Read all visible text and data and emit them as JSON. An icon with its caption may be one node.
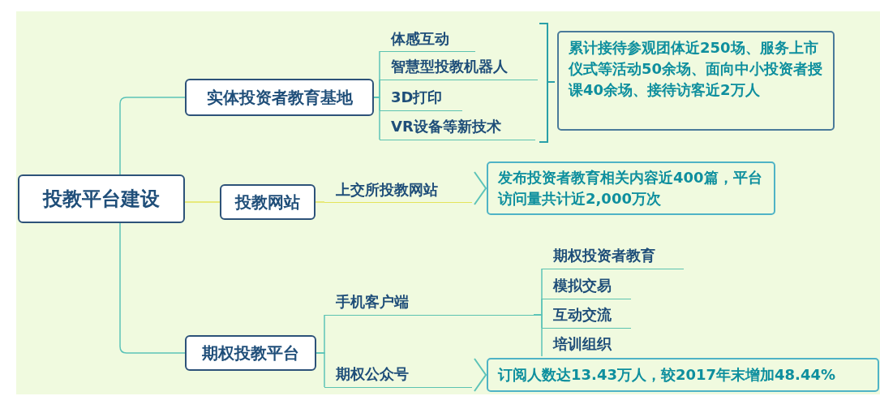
{
  "diagram": {
    "nodes": [
      {
        "text": [
          "投教平台建设"
        ]
      },
      {
        "text": [
          "实体投资者教育基地"
        ]
      },
      {
        "text": [
          "体感互动"
        ]
      },
      {
        "text": [
          "智慧型投教机器人"
        ]
      },
      {
        "text": [
          "3D打印"
        ]
      },
      {
        "text": [
          "VR设备等新技术"
        ]
      },
      {
        "text": [
          "累计接待参观团体近250场、服务上市仪式等活动50余场、面向中小投资者授课40余场、接待访客近2万人"
        ]
      },
      {
        "text": [
          "投教网站"
        ]
      },
      {
        "text": [
          "上交所投教网站"
        ]
      },
      {
        "text": [
          "发布投资者教育相关内容近400篇，平台访问量共计近2,000万次"
        ]
      },
      {
        "text": [
          "期权投教平台"
        ]
      },
      {
        "text": [
          "手机客户端"
        ]
      },
      {
        "text": [
          "期权投资者教育"
        ]
      },
      {
        "text": [
          "模拟交易"
        ]
      },
      {
        "text": [
          "互动交流"
        ]
      },
      {
        "text": [
          "培训组织"
        ]
      },
      {
        "text": [
          "期权公众号"
        ]
      },
      {
        "text": [
          "订阅人数达13.43万人，较2017年末增加48.44%"
        ]
      }
    ],
    "edges": [
      {
        "from": 0,
        "to": 1,
        "arrow": "none"
      },
      {
        "from": 0,
        "to": 7,
        "arrow": "none",
        "color": "#e4e45a"
      },
      {
        "from": 0,
        "to": 10,
        "arrow": "none"
      },
      {
        "from": 1,
        "to": 2,
        "arrow": "none"
      },
      {
        "from": 1,
        "to": 3,
        "arrow": "none"
      },
      {
        "from": 1,
        "to": 4,
        "arrow": "none"
      },
      {
        "from": 1,
        "to": 5,
        "arrow": "none"
      },
      {
        "from": 7,
        "to": 8,
        "arrow": "none",
        "color": "#e4e45a"
      },
      {
        "from": 8,
        "to": 9,
        "arrow": "to"
      },
      {
        "from": 10,
        "to": 11,
        "arrow": "none"
      },
      {
        "from": 10,
        "to": 16,
        "arrow": "none"
      },
      {
        "from": 11,
        "to": 12,
        "arrow": "none"
      },
      {
        "from": 11,
        "to": 13,
        "arrow": "none"
      },
      {
        "from": 11,
        "to": 14,
        "arrow": "none"
      },
      {
        "from": 11,
        "to": 15,
        "arrow": "none"
      },
      {
        "from": 16,
        "to": 17,
        "arrow": "to"
      }
    ]
  }
}
